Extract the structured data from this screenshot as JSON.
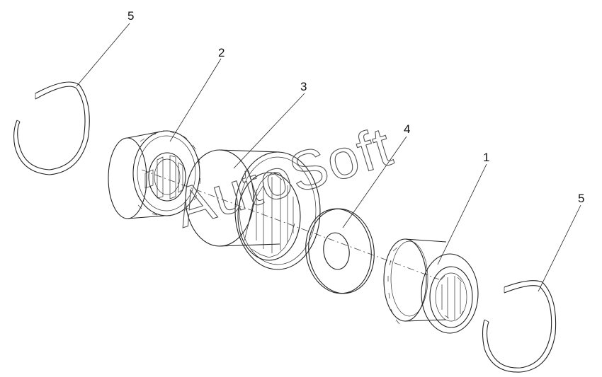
{
  "diagram": {
    "callouts": [
      {
        "id": "callout-5-left",
        "label": "5"
      },
      {
        "id": "callout-2",
        "label": "2"
      },
      {
        "id": "callout-3",
        "label": "3"
      },
      {
        "id": "callout-4",
        "label": "4"
      },
      {
        "id": "callout-1",
        "label": "1"
      },
      {
        "id": "callout-5-right",
        "label": "5"
      }
    ],
    "watermark": "AutoSoft",
    "colors": {
      "line": "#222222",
      "background": "#ffffff"
    }
  }
}
